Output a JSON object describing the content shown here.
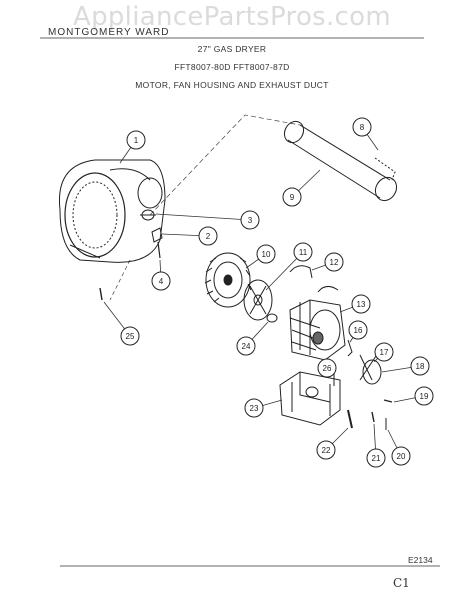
{
  "watermark": "AppliancePartsPros.com",
  "brand": "MONTGOMERY WARD",
  "header": {
    "line1": "27\" GAS DRYER",
    "line2": "FFT8007-80D  FFT8007-87D",
    "line3": "MOTOR, FAN HOUSING AND EXHAUST DUCT"
  },
  "diagram_code": "E2134",
  "page_mark": "C1",
  "callouts": [
    "1",
    "2",
    "3",
    "4",
    "8",
    "9",
    "10",
    "11",
    "12",
    "13",
    "16",
    "17",
    "18",
    "19",
    "20",
    "21",
    "22",
    "23",
    "24",
    "25",
    "26"
  ]
}
